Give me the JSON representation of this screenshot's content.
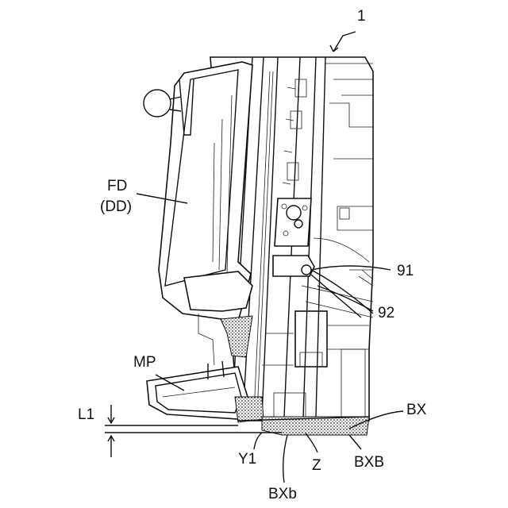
{
  "labels": {
    "ref_1": "1",
    "fd": "FD",
    "dd": "(DD)",
    "mp": "MP",
    "ref_91": "91",
    "ref_92": "92",
    "l1": "L1",
    "bx": "BX",
    "y1": "Y1",
    "z": "Z",
    "bxb_upper": "BXB",
    "bxb_lower": "BXb"
  }
}
